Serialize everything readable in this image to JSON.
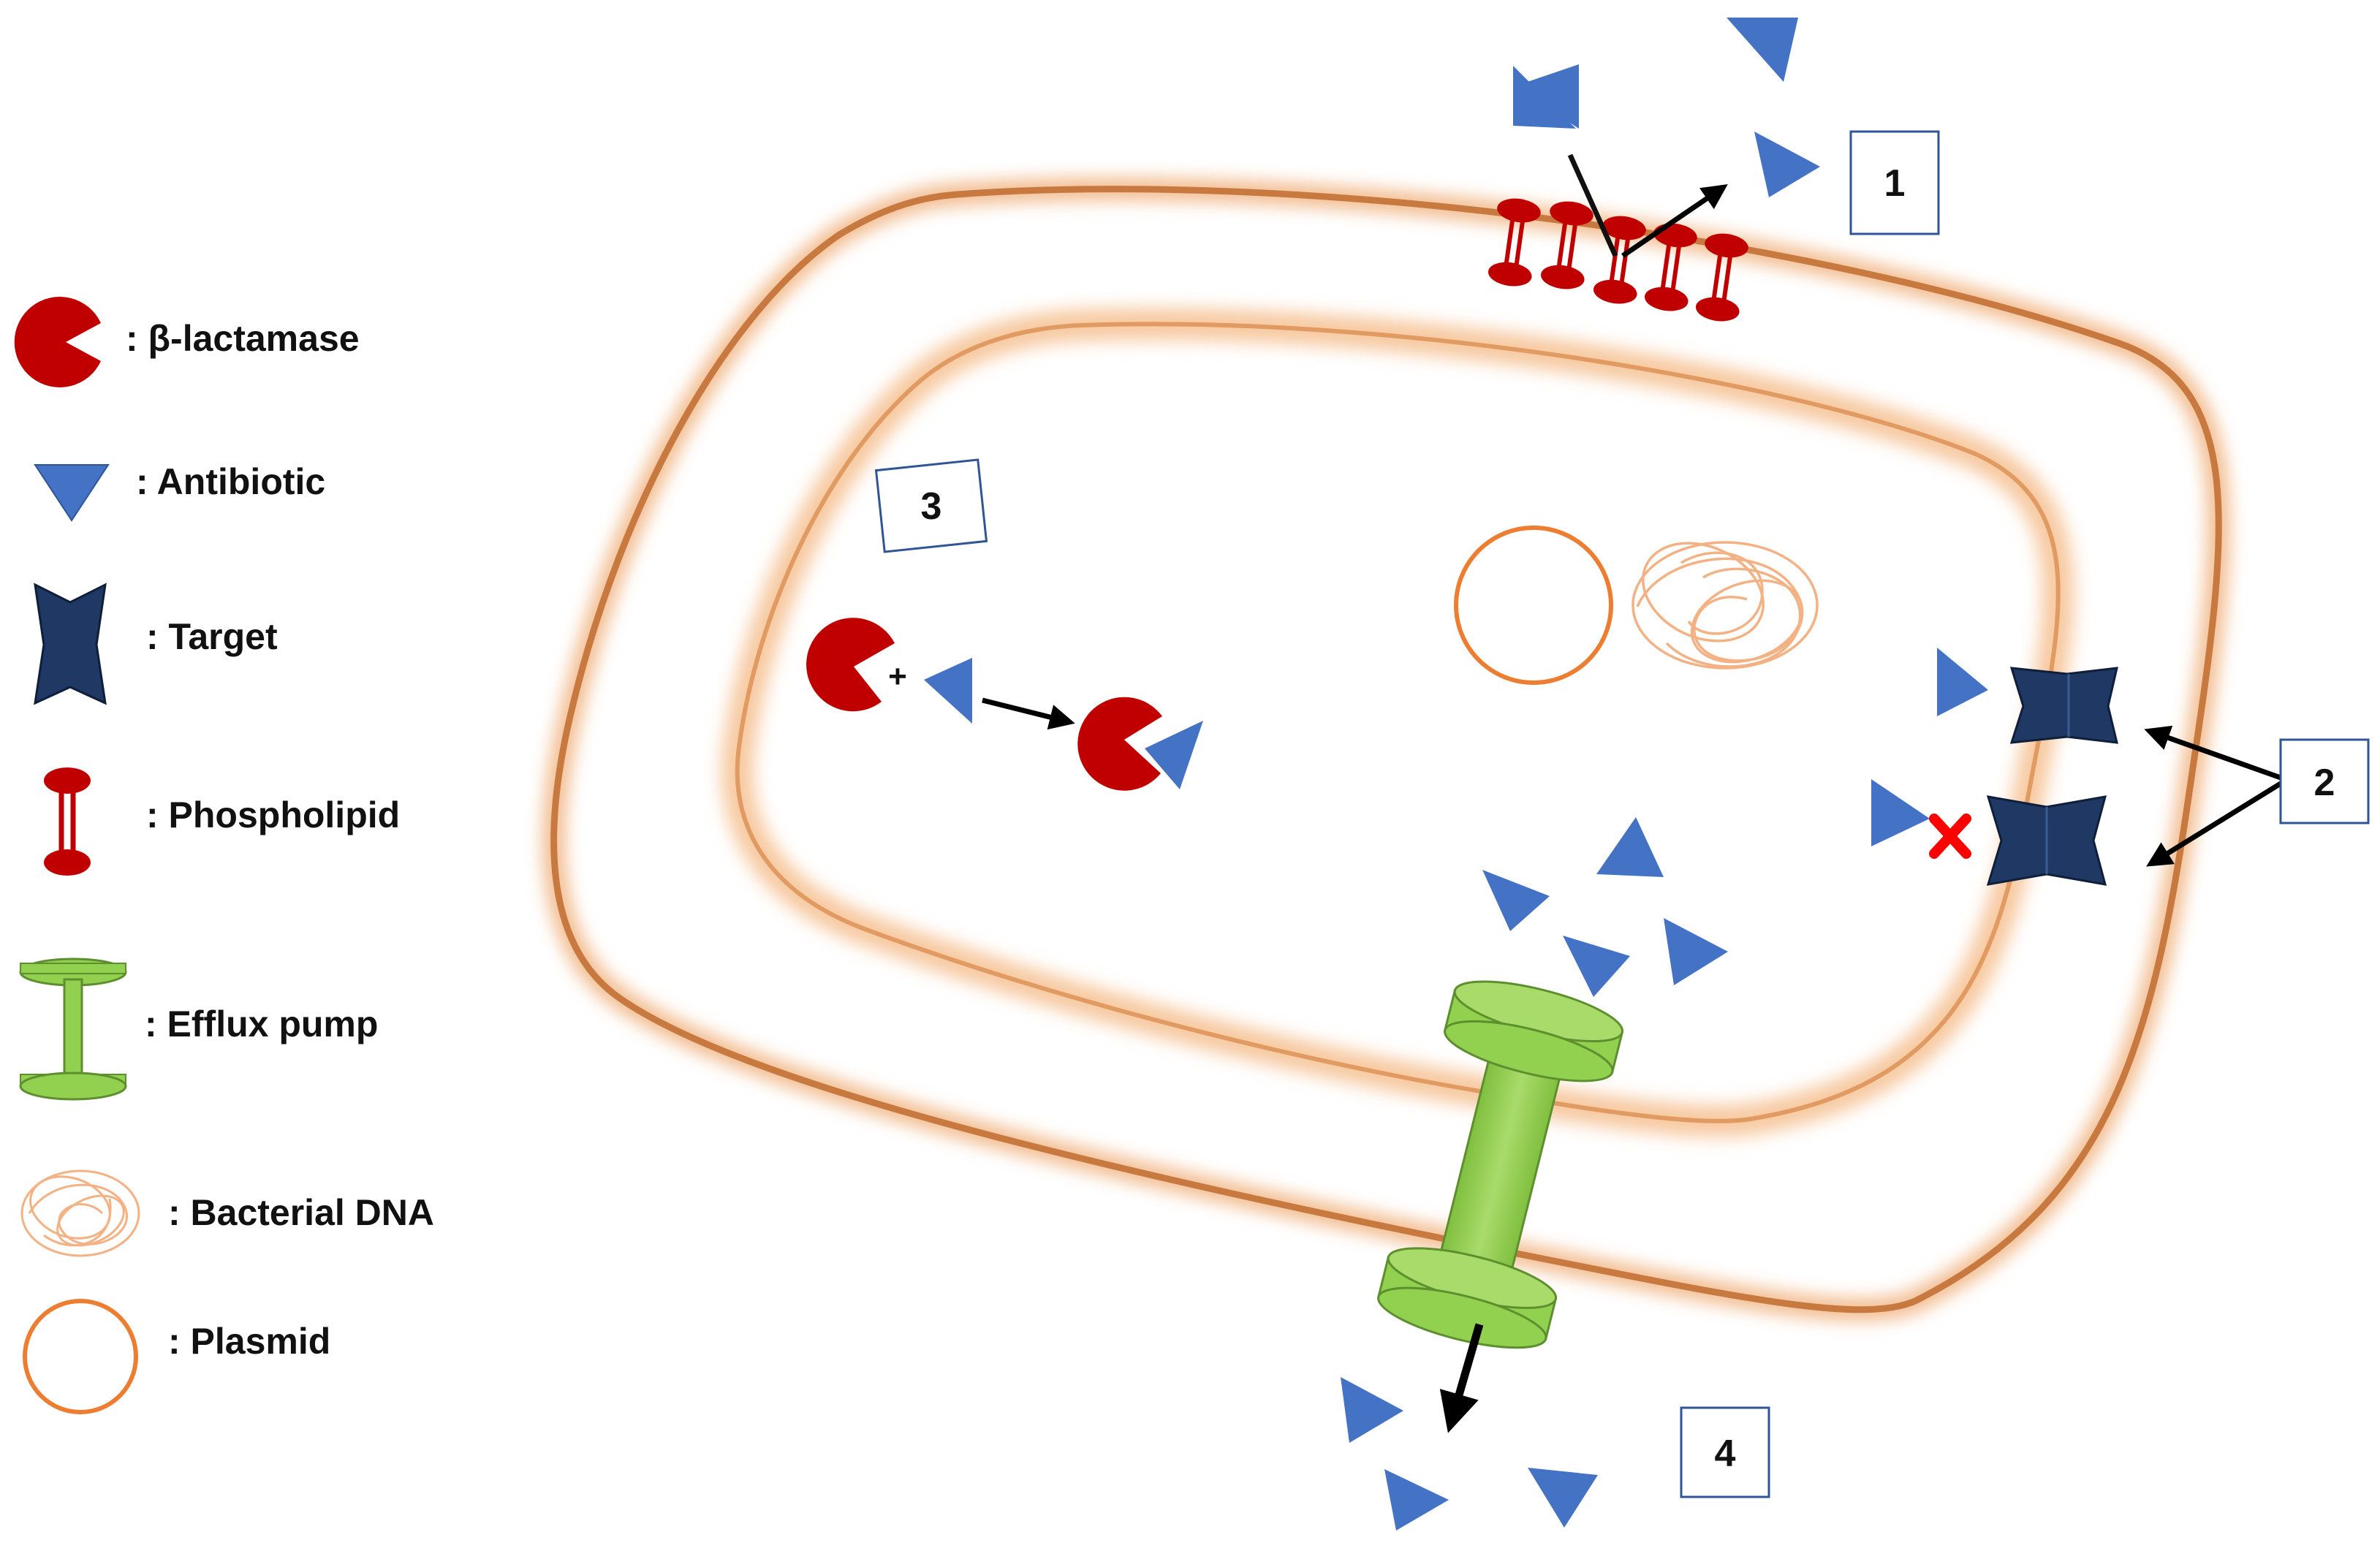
{
  "legend": {
    "beta_lactamase": ": β-lactamase",
    "antibiotic": ": Antibiotic",
    "target": ": Target",
    "phospholipid": ": Phospholipid",
    "efflux_pump": ": Efflux pump",
    "bacterial_dna": ": Bacterial DNA",
    "plasmid": ": Plasmid"
  },
  "mechanisms": {
    "m1": "1",
    "m2": "2",
    "m3": "3",
    "m4": "4"
  },
  "reaction": {
    "plus": "+"
  },
  "colors": {
    "antibiotic": "#4472C4",
    "beta_lactamase": "#C00000",
    "phospholipid": "#C00000",
    "target": "#1F3864",
    "efflux_pump": "#92D050",
    "membrane": "#D9834A",
    "plasmid": "#ED7D31",
    "dna": "#F4B183",
    "blocked_mark": "#FF0000",
    "box_border": "#2F5597"
  },
  "icons": {
    "beta_lactamase": "pacman-enzyme-icon",
    "antibiotic": "blue-triangle-icon",
    "target": "bowtie-target-icon",
    "phospholipid": "phospholipid-icon",
    "efflux_pump": "green-spool-pump-icon",
    "bacterial_dna": "tangled-dna-icon",
    "plasmid": "orange-ring-icon"
  }
}
